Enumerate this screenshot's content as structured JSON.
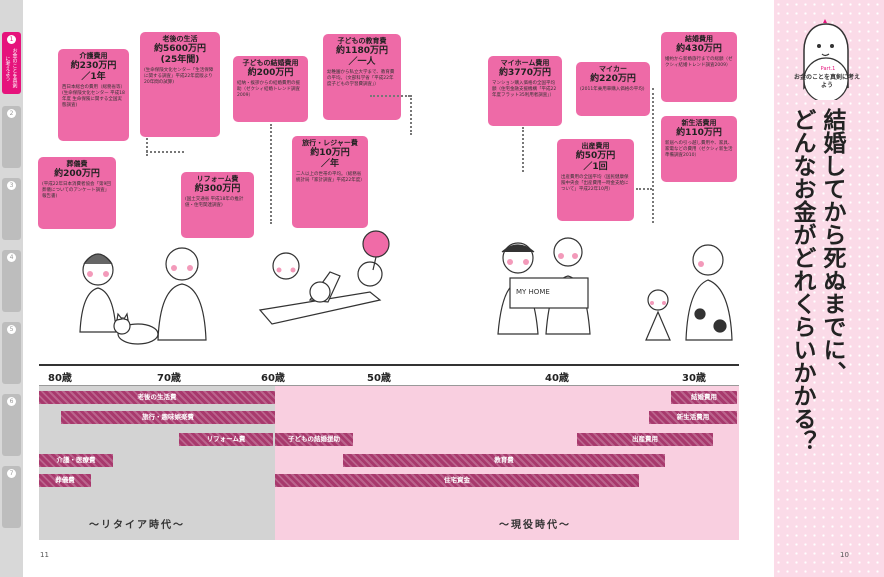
{
  "side_tabs": [
    {
      "num": "1",
      "label": "お金のことを真剣に考えよう",
      "active": true
    },
    {
      "num": "2",
      "label": "",
      "active": false
    },
    {
      "num": "3",
      "label": "",
      "active": false
    },
    {
      "num": "4",
      "label": "",
      "active": false
    },
    {
      "num": "5",
      "label": "",
      "active": false
    },
    {
      "num": "6",
      "label": "",
      "active": false
    },
    {
      "num": "7",
      "label": "",
      "active": false
    }
  ],
  "part": {
    "label": "Part.1",
    "subtitle": "お金のことを真剣に考えよう"
  },
  "title": {
    "line1": "結婚してから死ぬまでに、",
    "line2": "どんなお金がどれくらいかかる？"
  },
  "info_boxes": {
    "kaigo": {
      "head": "介護費用",
      "value": "約230万円",
      "unit": "／1年",
      "note": "西日本総合の費用（総務省等）(生命保険文化センター 平成18年度 生命保険に関する全国実態調査)"
    },
    "rougo": {
      "head": "老後の生活",
      "value": "約5600万円",
      "unit": "(25年間)",
      "note": "(生命保険文化センター「生活保障に関する調査」平成22年度版より20年間の試算)"
    },
    "sougi": {
      "head": "葬儀費",
      "value": "約200万円",
      "unit": "",
      "note": "(平成22年日本消費者協会「第9回葬儀についてのアンケート調査」報告書)"
    },
    "reform": {
      "head": "リフォーム費",
      "value": "約300万円",
      "unit": "",
      "note": "(国土交通省 平成18年の推計値・住宅関連調査)"
    },
    "kekkon_enjo": {
      "head": "子どもの結婚費用",
      "value": "約200万円",
      "unit": "",
      "note": "結納・挨拶からの結婚費用の援助（ゼクシィ結婚トレンド調査2009）"
    },
    "kyouiku": {
      "head": "子どもの教育費",
      "value": "約1180万円",
      "unit": "／一人",
      "note": "幼稚園から私立大学まで、教育費の平均。（文部科学省「平成22年度子どもの学習費調査」）"
    },
    "ryokou": {
      "head": "旅行・レジャー費",
      "value": "約10万円",
      "unit": "／年",
      "note": "二人以上の世帯の平均。（総務省統計局「家計調査」平成22年度）"
    },
    "myhome": {
      "head": "マイホーム費用",
      "value": "約3770万円",
      "unit": "",
      "note": "マンション購入価格の全国平均額（住宅金融支援機構「平成22年度フラット35利用者調査」）"
    },
    "mycar": {
      "head": "マイカー",
      "value": "約220万円",
      "unit": "",
      "note": "(2011年乗用車購入価格の平均)"
    },
    "shussan": {
      "head": "出産費用",
      "value": "約50万円",
      "unit": "／1回",
      "note": "出産費用の全国平均（国民健康保険中央会「出産費用一時金支給について」平成22年10月）"
    },
    "kekkon": {
      "head": "結婚費用",
      "value": "約430万円",
      "unit": "",
      "note": "婚約から新婚旅行までの総額（ゼクシィ結婚トレンド調査2009）"
    },
    "shinseikatsu": {
      "head": "新生活費用",
      "value": "約110万円",
      "unit": "",
      "note": "新居への引っ越し費用や、家具、家電などの費用（ゼクシィ新生活準備調査2010）"
    }
  },
  "axis_ticks": [
    "80歳",
    "70歳",
    "60歳",
    "50歳",
    "40歳",
    "30歳"
  ],
  "bars": [
    {
      "label": "老後の生活費"
    },
    {
      "label": "旅行・趣味娯楽費"
    },
    {
      "label": "リフォーム費"
    },
    {
      "label": "介護・医療費"
    },
    {
      "label": "葬儀費"
    },
    {
      "label": "子どもの結婚援助"
    },
    {
      "label": "教育費"
    },
    {
      "label": "住宅資金"
    },
    {
      "label": "結婚費用"
    },
    {
      "label": "新生活費用"
    },
    {
      "label": "出産費用"
    }
  ],
  "eras": {
    "retire": "～リタイア時代～",
    "active": "～現役時代～"
  },
  "page_numbers": {
    "left": "11",
    "right": "10"
  },
  "colors": {
    "accent": "#e6137c",
    "box_pink": "#ee6aa7",
    "bar": "#a8396d",
    "retire_bg": "#d3d3d3",
    "active_bg": "#f9cfe0"
  },
  "illustration": {
    "my_home_sign": "MY HOME"
  }
}
